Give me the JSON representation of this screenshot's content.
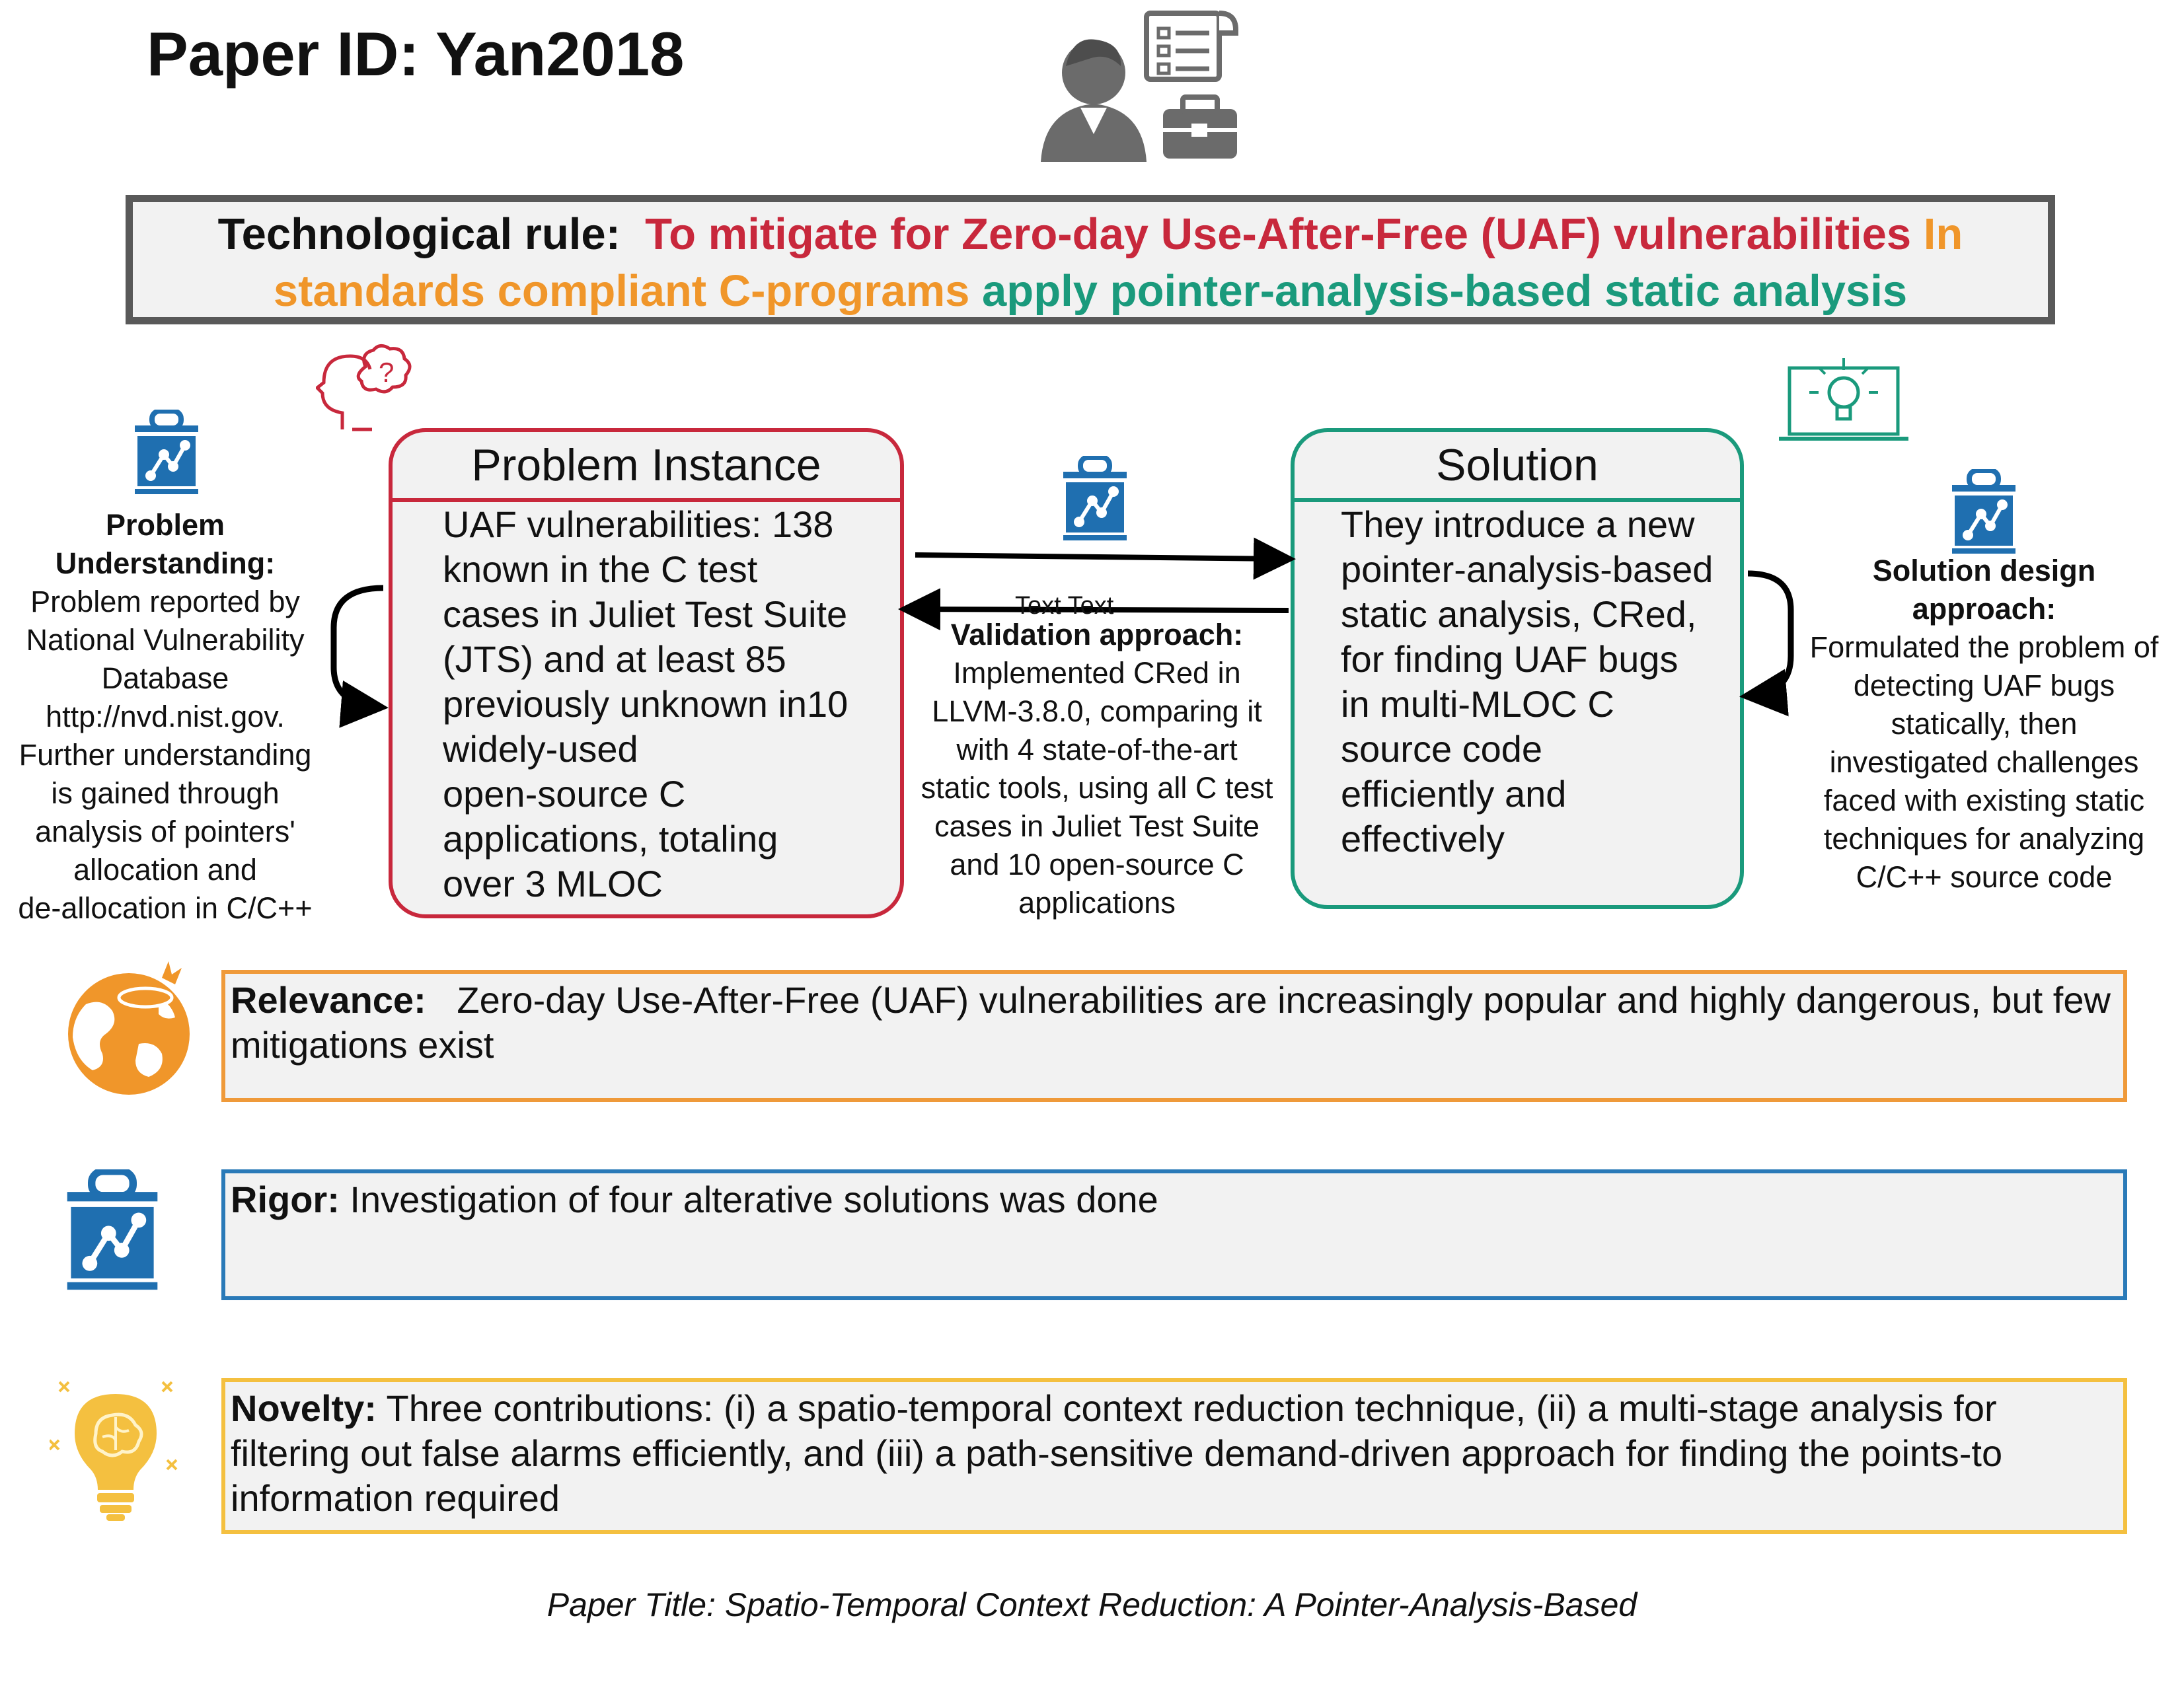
{
  "header": {
    "paper_id": "Paper ID: Yan2018"
  },
  "rule": {
    "label": "Technological rule:",
    "red": "To mitigate for Zero-day Use-After-Free (UAF) vulnerabilities",
    "orange": "In standards compliant C-programs",
    "green": "apply pointer-analysis-based static analysis"
  },
  "problem": {
    "title": "Problem Instance",
    "lines": [
      "UAF vulnerabilities:  138",
      "known in the C test",
      "cases in Juliet Test Suite",
      "(JTS) and at least 85",
      "previously unknown in10",
      "widely-used",
      "open-source C",
      "applications, totaling",
      "over 3 MLOC"
    ]
  },
  "solution": {
    "title": "Solution",
    "lines": [
      "They introduce a new",
      "pointer-analysis-based",
      "static analysis, CRed,",
      "for finding UAF bugs",
      "in multi-MLOC C",
      "source code",
      "efficiently and",
      "effectively"
    ]
  },
  "problem_understanding": {
    "heading": [
      "Problem",
      "Understanding:"
    ],
    "lines": [
      "Problem reported by",
      "National Vulnerability",
      "Database",
      "http://nvd.nist.gov.",
      "Further understanding",
      "is gained through",
      "analysis of pointers'",
      "allocation and",
      "de-allocation in C/C++"
    ]
  },
  "validation": {
    "overlay": "Text Text",
    "heading": "Validation approach:",
    "lines": [
      "Implemented CRed in",
      "LLVM-3.8.0, comparing it",
      "with 4 state-of-the-art",
      "static tools, using all C test",
      "cases in Juliet Test Suite",
      "and 10 open-source C",
      "applications"
    ]
  },
  "solution_design": {
    "heading": [
      "Solution design",
      "approach:"
    ],
    "lines": [
      "Formulated the problem of",
      "detecting UAF bugs",
      "statically, then",
      "investigated challenges",
      "faced with existing static",
      "techniques for analyzing",
      "C/C++ source code"
    ]
  },
  "relevance": {
    "label": "Relevance:",
    "text": "Zero-day Use-After-Free (UAF) vulnerabilities are increasingly popular and highly dangerous, but few mitigations exist"
  },
  "rigor": {
    "label": "Rigor:",
    "text": "Investigation of four alterative solutions was done"
  },
  "novelty": {
    "label": "Novelty:",
    "text": "Three contributions: (i) a spatio-temporal context reduction technique, (ii) a multi-stage analysis for filtering out false alarms efficiently, and (iii) a path-sensitive demand-driven approach for finding the points-to information required"
  },
  "footer": {
    "paper_title": "Paper Title:  Spatio-Temporal Context Reduction: A Pointer-Analysis-Based"
  },
  "colors": {
    "red": "#c8283c",
    "orange": "#f0962a",
    "green": "#1a9a7c",
    "blue": "#1f6fb0",
    "yellow": "#f4c040",
    "gray": "#595959"
  },
  "icons": [
    "person-with-checklist-icon",
    "thinking-head-icon",
    "lightbulb-laptop-icon",
    "toolbox-graph-icon",
    "globe-icon",
    "lightbulb-brain-icon"
  ]
}
